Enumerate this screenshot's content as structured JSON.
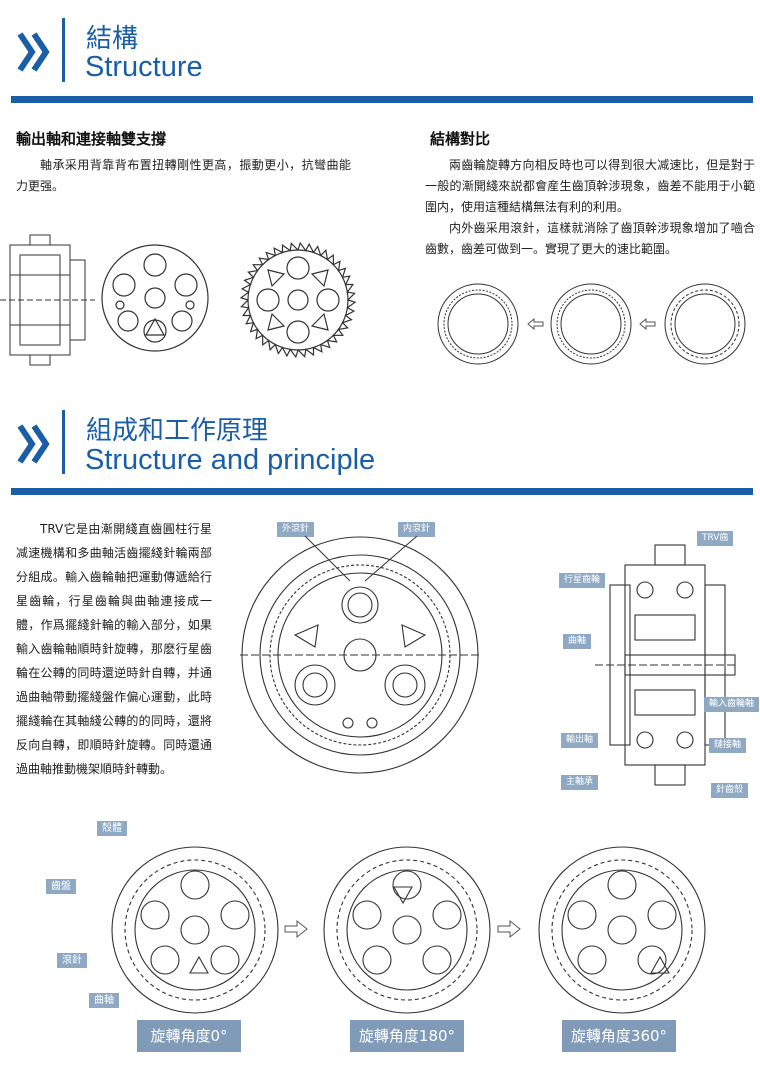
{
  "section1": {
    "title_cn": "結構",
    "title_en": "Structure"
  },
  "left_block": {
    "heading": "輸出軸和連接軸雙支撐",
    "text": "軸承采用背靠背布置扭轉剛性更高，振動更小，抗彎曲能力更强。"
  },
  "right_block": {
    "heading": "結構對比",
    "p1": "兩齒輪旋轉方向相反時也可以得到很大减速比，但是對于一般的漸開綫來説都會産生齒頂幹涉現象，齒差不能用于小範圍内，使用這種結構無法有利的利用。",
    "p2": "内外齒采用滾針，這樣就消除了齒頂幹涉現象增加了嚙合齒數，齒差可做到一。實現了更大的速比範圍。"
  },
  "section2": {
    "title_cn": "組成和工作原理",
    "title_en": "Structure and principle"
  },
  "principle_text": "TRV它是由漸開綫直齒圓柱行星减速機構和多曲軸活齒擺綫針輪兩部分組成。輸入齒輪軸把運動傳遞給行星齒輪，行星齒輪與曲軸連接成一體，作爲擺綫針輪的輸入部分，如果輸入齒輪軸順時針旋轉，那麽行星齒輪在公轉的同時還逆時針自轉，并通過曲軸帶動擺綫盤作偏心運動，此時擺綫輪在其軸綫公轉的的同時，還將反向自轉，即順時針旋轉。同時還通過曲軸推動機架順時針轉動。",
  "center_labels": {
    "outer_pin": "外滾針",
    "inner_pin": "内滾針"
  },
  "side_labels": {
    "trv_gear": "TRV齒",
    "planet_gear": "行星齒輪",
    "crank": "曲軸",
    "input_gear_shaft": "輸入齒輪軸",
    "output_shaft": "輸出軸",
    "connect_shaft": "鏈接軸",
    "main_bearing": "主軸承",
    "pin_plate": "針齒殼"
  },
  "bottom_labels": {
    "housing": "殼體",
    "disc": "齒盤",
    "roller_pin": "滾針",
    "crank": "曲軸"
  },
  "angles": [
    "旋轉角度0°",
    "旋轉角度180°",
    "旋轉角度360°"
  ],
  "colors": {
    "accent": "#1a5ea8",
    "tag": "#8fa9c4",
    "angle": "#7f9bb8"
  }
}
